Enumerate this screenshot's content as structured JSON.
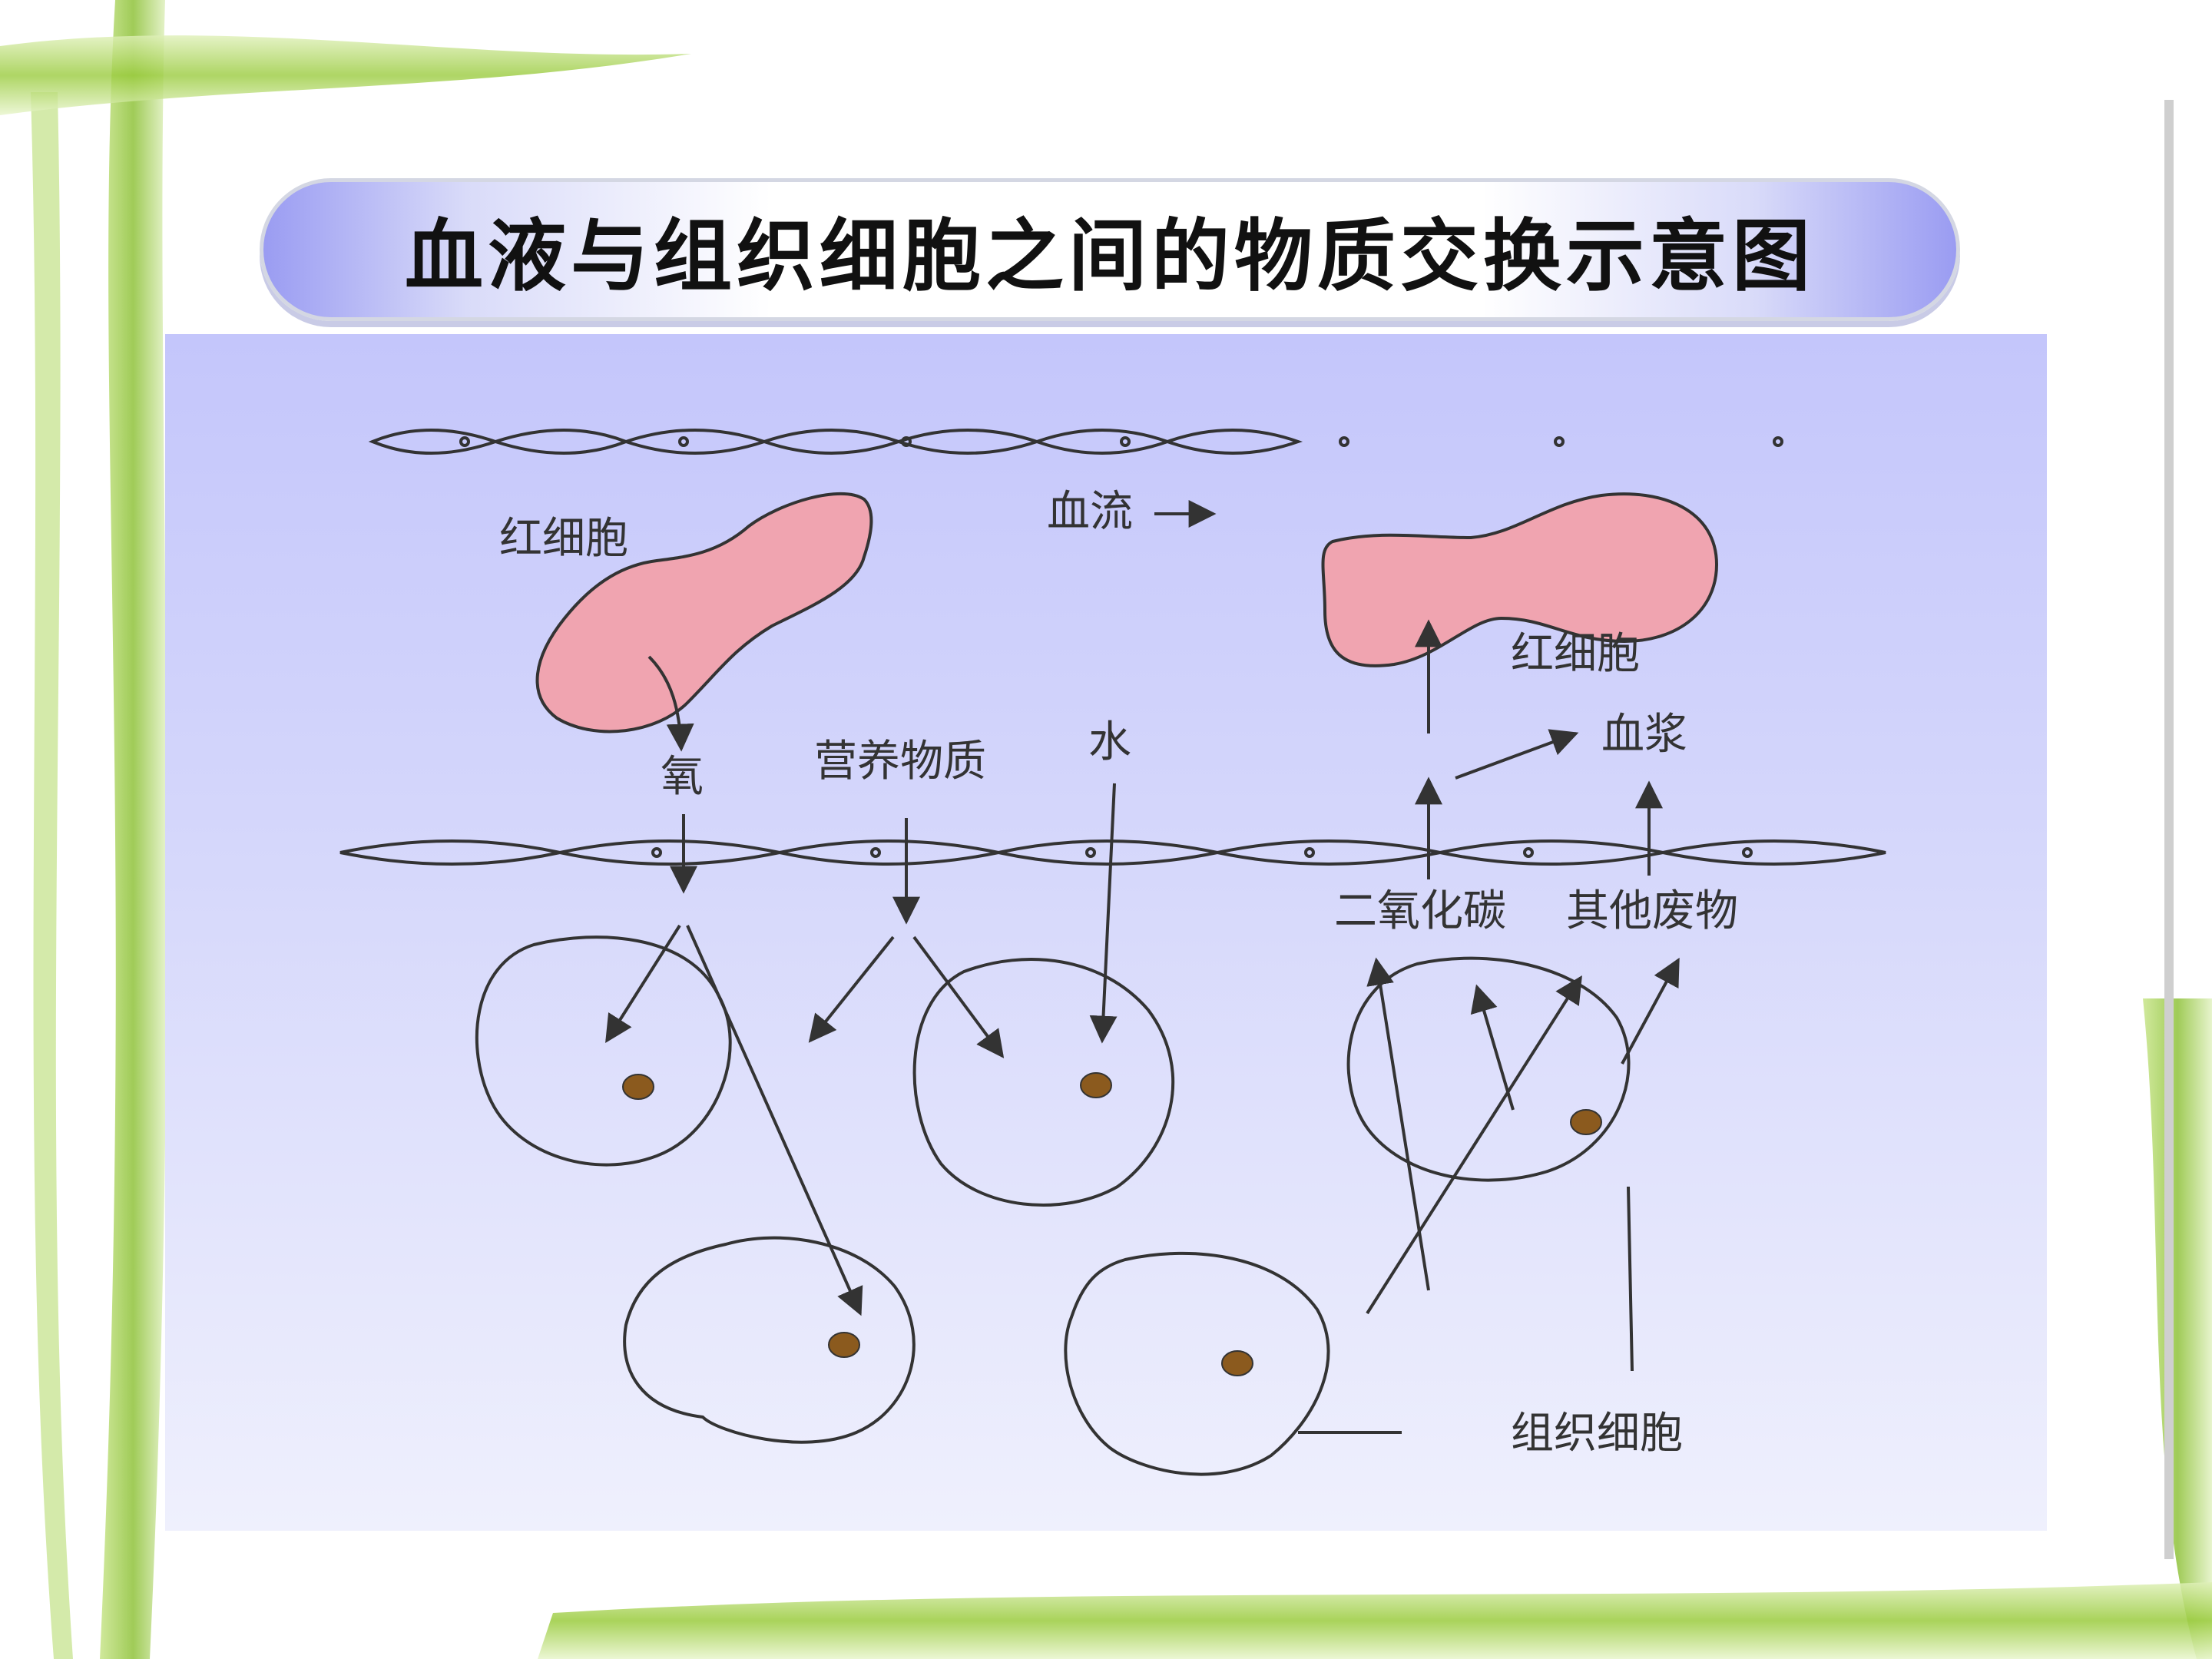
{
  "title": "血液与组织细胞之间的物质交换示意图",
  "labels": {
    "red_cell_left": "红细胞",
    "red_cell_right": "红细胞",
    "blood_flow": "血流",
    "oxygen": "氧",
    "nutrients": "营养物质",
    "water": "水",
    "plasma": "血浆",
    "carbon_dioxide": "二氧化碳",
    "other_waste": "其他废物",
    "tissue_cells": "组织细胞"
  },
  "colors": {
    "red_cell_fill": "#f0a4b0",
    "nucleus_fill": "#8b5a1e",
    "panel_top": "#c4c6fb",
    "panel_bottom": "#eff0fd",
    "leaf_green": "#9acb3e"
  }
}
